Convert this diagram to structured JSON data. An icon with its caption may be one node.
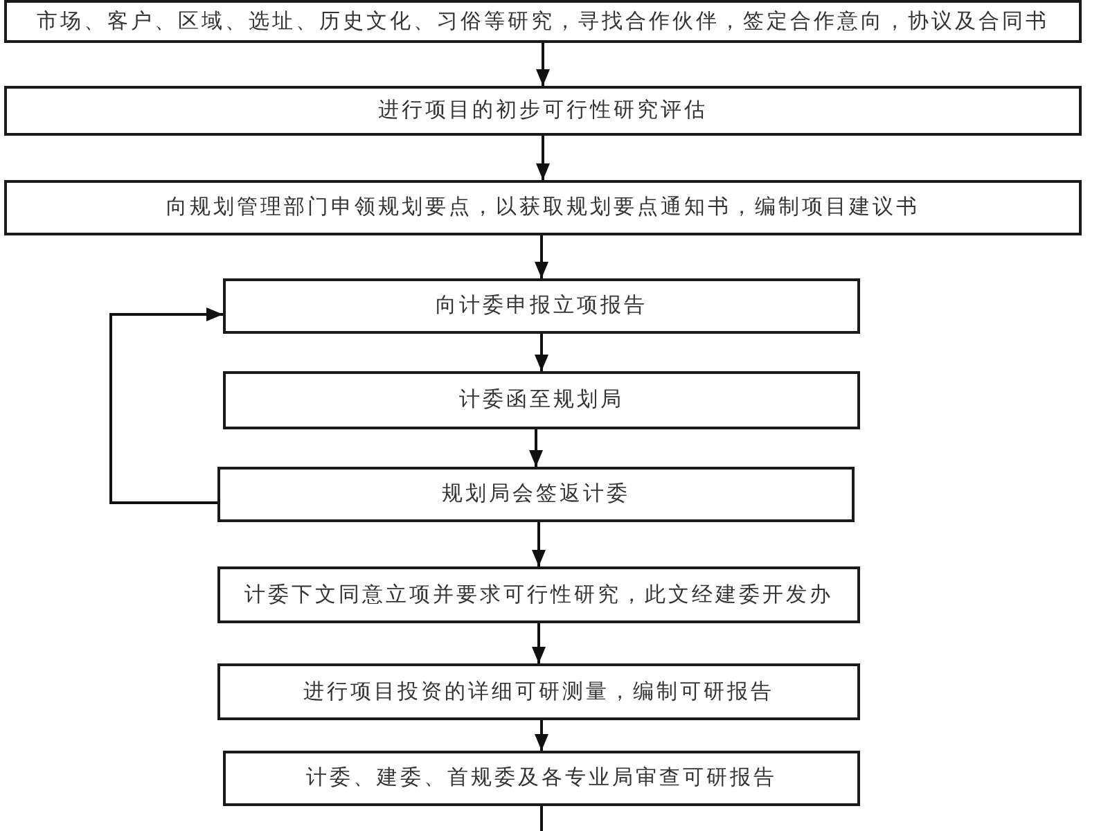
{
  "diagram": {
    "nodes": [
      {
        "text": [
          "市场、客户、区域、选址、历史文化、习俗等研究，寻找合作伙伴，签定合作意向，协议及合同书"
        ]
      },
      {
        "text": [
          "进行项目的初步可行性研究评估"
        ]
      },
      {
        "text": [
          "向规划管理部门申领规划要点，以获取规划要点通知书，编制项目建议书"
        ]
      },
      {
        "text": [
          "向计委申报立项报告"
        ]
      },
      {
        "text": [
          "计委函至规划局"
        ]
      },
      {
        "text": [
          "规划局会签返计委"
        ]
      },
      {
        "text": [
          "计委下文同意立项并要求可行性研究，此文经建委开发办"
        ]
      },
      {
        "text": [
          "进行项目投资的详细可研测量，编制可研报告"
        ]
      },
      {
        "text": [
          "计委、建委、首规委及各专业局审查可研报告"
        ]
      }
    ],
    "edges": [
      {
        "from": 0,
        "to": 1,
        "arrow": "to"
      },
      {
        "from": 1,
        "to": 2,
        "arrow": "to"
      },
      {
        "from": 2,
        "to": 3,
        "arrow": "to"
      },
      {
        "from": 3,
        "to": 4,
        "arrow": "to"
      },
      {
        "from": 4,
        "to": 5,
        "arrow": "to"
      },
      {
        "from": 5,
        "to": 3,
        "arrow": "to"
      },
      {
        "from": 5,
        "to": 6,
        "arrow": "to"
      },
      {
        "from": 6,
        "to": 7,
        "arrow": "to"
      },
      {
        "from": 7,
        "to": 8,
        "arrow": "to"
      },
      {
        "from": 8,
        "to": null,
        "arrow": "none"
      }
    ]
  }
}
